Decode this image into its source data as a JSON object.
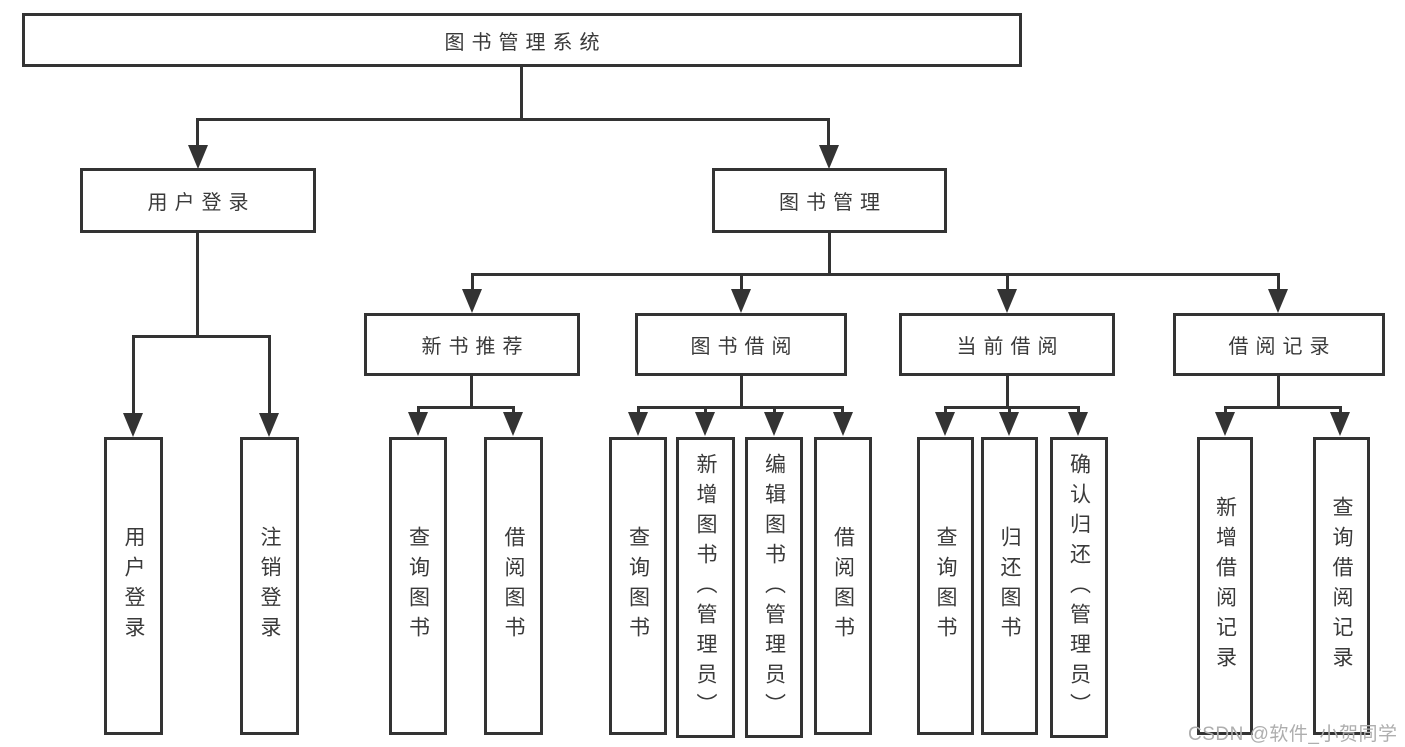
{
  "tree": {
    "label": "图书管理系统",
    "children": [
      {
        "label": "用户登录",
        "children": [
          {
            "label": "用户登录"
          },
          {
            "label": "注销登录"
          }
        ]
      },
      {
        "label": "图书管理",
        "children": [
          {
            "label": "新书推荐",
            "children": [
              {
                "label": "查询图书"
              },
              {
                "label": "借阅图书"
              }
            ]
          },
          {
            "label": "图书借阅",
            "children": [
              {
                "label": "查询图书"
              },
              {
                "label": "新增图书（管理员）"
              },
              {
                "label": "编辑图书（管理员）"
              },
              {
                "label": "借阅图书"
              }
            ]
          },
          {
            "label": "当前借阅",
            "children": [
              {
                "label": "查询图书"
              },
              {
                "label": "归还图书"
              },
              {
                "label": "确认归还（管理员）"
              }
            ]
          },
          {
            "label": "借阅记录",
            "children": [
              {
                "label": "新增借阅记录"
              },
              {
                "label": "查询借阅记录"
              }
            ]
          }
        ]
      }
    ]
  },
  "watermark": {
    "text": "CSDN @软件_小贺同学"
  },
  "colors": {
    "line": "#333333",
    "box_background": "#ffffff",
    "text": "#3a3a3a",
    "watermark": "#aeaeae",
    "page_background": "#ffffff"
  }
}
